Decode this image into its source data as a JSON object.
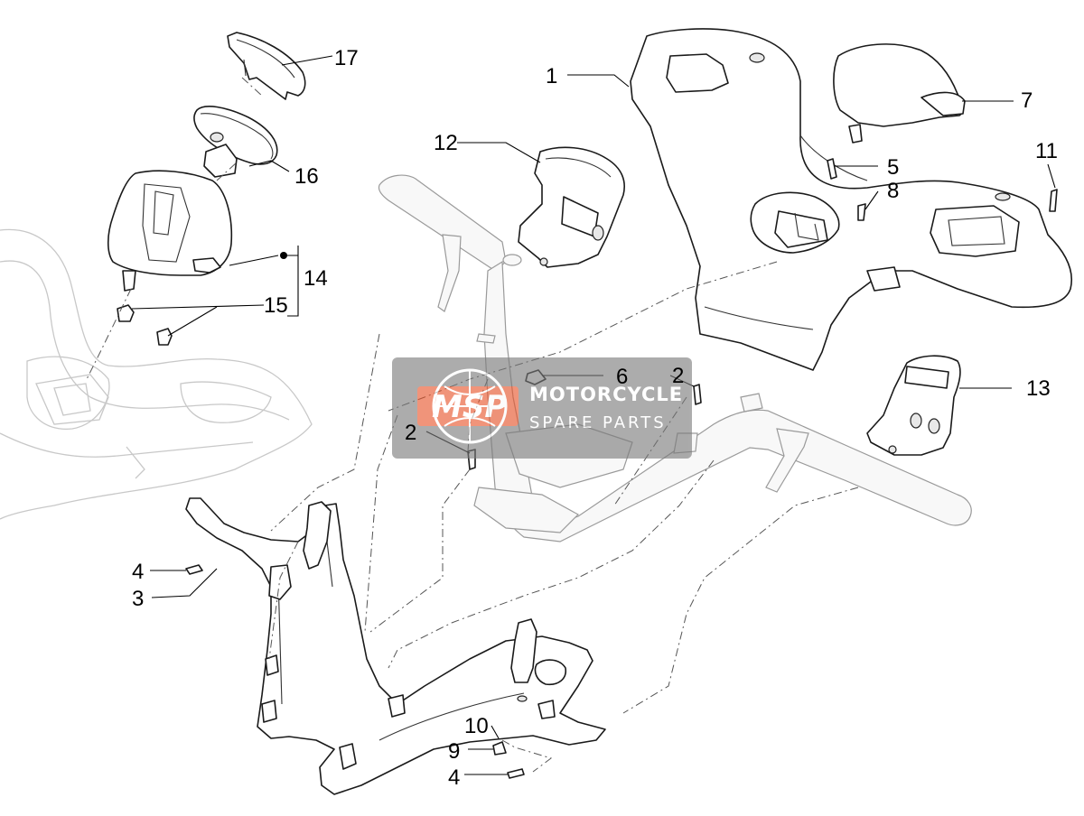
{
  "diagram": {
    "callouts": [
      {
        "id": "1",
        "label": "1"
      },
      {
        "id": "2a",
        "label": "2"
      },
      {
        "id": "2b",
        "label": "2"
      },
      {
        "id": "3",
        "label": "3"
      },
      {
        "id": "4a",
        "label": "4"
      },
      {
        "id": "4b",
        "label": "4"
      },
      {
        "id": "5",
        "label": "5"
      },
      {
        "id": "6",
        "label": "6"
      },
      {
        "id": "7",
        "label": "7"
      },
      {
        "id": "8",
        "label": "8"
      },
      {
        "id": "9",
        "label": "9"
      },
      {
        "id": "10",
        "label": "10"
      },
      {
        "id": "11",
        "label": "11"
      },
      {
        "id": "12",
        "label": "12"
      },
      {
        "id": "13",
        "label": "13"
      },
      {
        "id": "14",
        "label": "14"
      },
      {
        "id": "15",
        "label": "15"
      },
      {
        "id": "16",
        "label": "16"
      },
      {
        "id": "17",
        "label": "17"
      }
    ]
  },
  "watermark": {
    "logo": "MSP",
    "line1": "MOTORCYCLE",
    "line2": "SPARE PARTS",
    "accent_color": "#e8542a",
    "panel_color": "#7a7a7a"
  }
}
